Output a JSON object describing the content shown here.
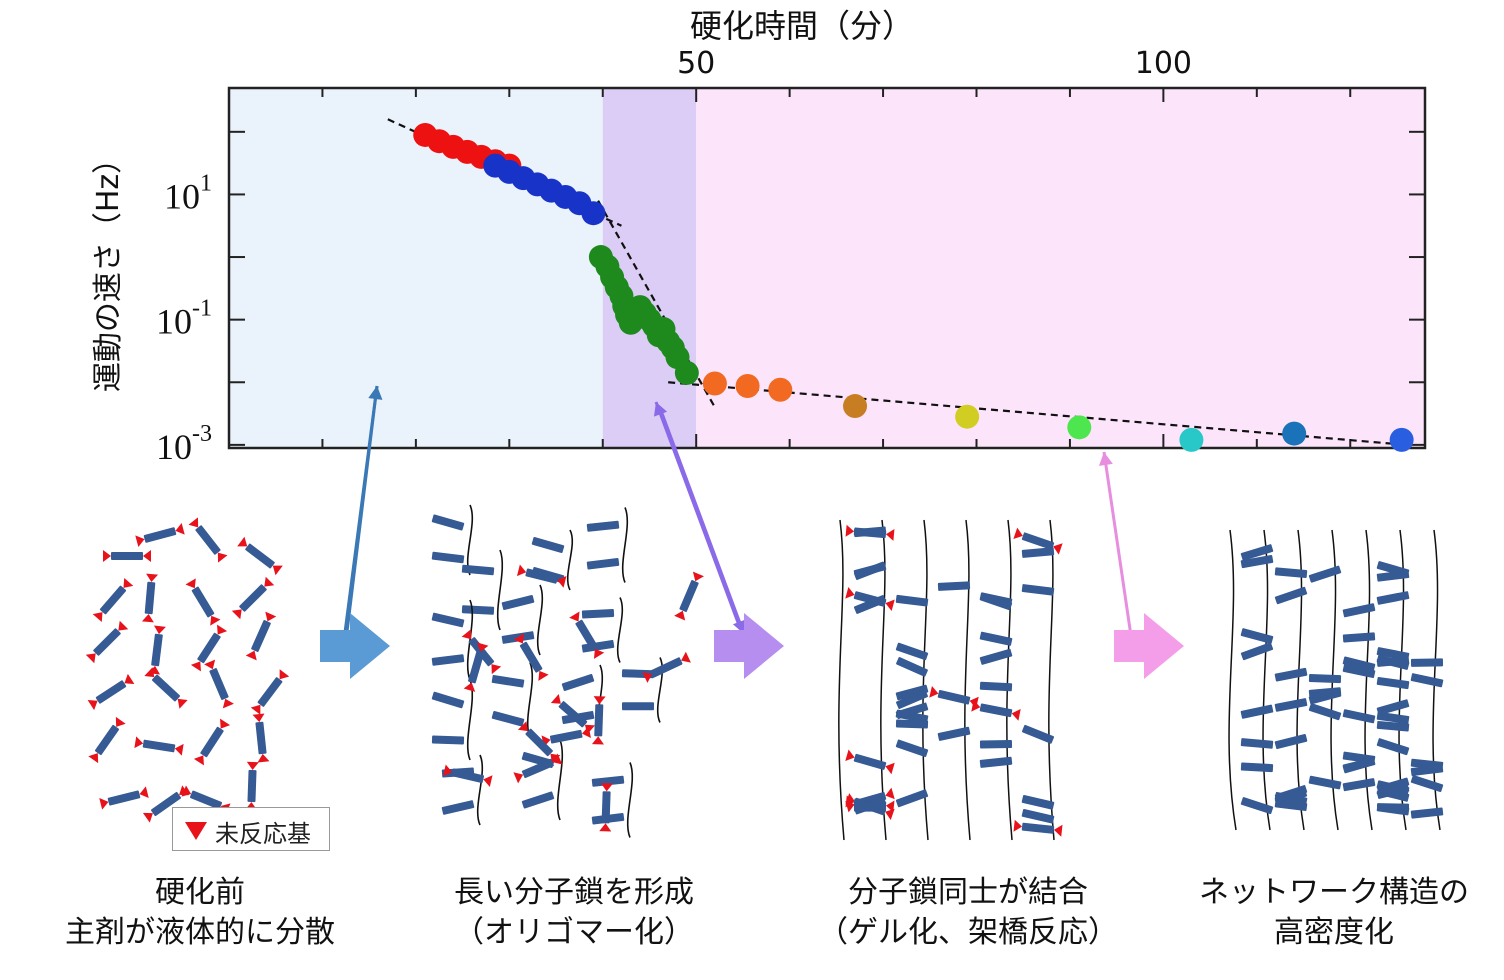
{
  "chart_data": {
    "type": "scatter",
    "title": "",
    "xlabel": "硬化時間（分）",
    "ylabel": "運動の速さ（Hz）",
    "y_scale": "log",
    "xlim": [
      0,
      128
    ],
    "ylim_log10": [
      -3.05,
      2.7
    ],
    "x_ticks": [
      {
        "value": 50,
        "label": "50"
      },
      {
        "value": 100,
        "label": "100"
      }
    ],
    "y_ticks": [
      {
        "exp": 1,
        "label_base": "10",
        "label_exp": "1"
      },
      {
        "exp": -1,
        "label_base": "10",
        "label_exp": "-1"
      },
      {
        "exp": -3,
        "label_base": "10",
        "label_exp": "-3"
      }
    ],
    "regions": [
      {
        "name": "liquid",
        "x_range": [
          0,
          40
        ],
        "color": "#eaf3fb"
      },
      {
        "name": "oligomer",
        "x_range": [
          40,
          50
        ],
        "color": "#dccdf6"
      },
      {
        "name": "network",
        "x_range": [
          50,
          128
        ],
        "color": "#fce5fb"
      }
    ],
    "fit_lines": [
      {
        "x": [
          17,
          42
        ],
        "y_log10": [
          2.2,
          0.5
        ]
      },
      {
        "x": [
          39.5,
          52
        ],
        "y_log10": [
          0.9,
          -2.4
        ]
      },
      {
        "x": [
          47,
          126
        ],
        "y_log10": [
          -2.0,
          -3.0
        ]
      }
    ],
    "series": [
      {
        "color": "#ee1111",
        "x": [
          21,
          22.5,
          24,
          25.5,
          27,
          28.5,
          30
        ],
        "y_log10": [
          1.95,
          1.85,
          1.76,
          1.68,
          1.6,
          1.53,
          1.46
        ]
      },
      {
        "color": "#1833c8",
        "x": [
          28.5,
          30,
          31.5,
          33,
          34.5,
          36,
          37.5,
          39
        ],
        "y_log10": [
          1.46,
          1.36,
          1.26,
          1.16,
          1.06,
          0.96,
          0.86,
          0.7
        ]
      },
      {
        "color": "#1e8a1e",
        "x": [
          39.8,
          40.5,
          41.0,
          41.5,
          42.0,
          42.3,
          42.6,
          43.0,
          43.5,
          44.0,
          44.5,
          45.0,
          45.5,
          46.0,
          46.5,
          47.0,
          47.5,
          48.0,
          49.0
        ],
        "y_log10": [
          0.0,
          -0.15,
          -0.32,
          -0.48,
          -0.62,
          -0.78,
          -0.92,
          -1.05,
          -0.95,
          -0.8,
          -0.9,
          -1.0,
          -1.1,
          -1.25,
          -1.15,
          -1.35,
          -1.45,
          -1.6,
          -1.85
        ]
      },
      {
        "color": "#f26a22",
        "x": [
          52
        ],
        "y_log10": [
          -2.02
        ]
      },
      {
        "color": "#f26a22",
        "x": [
          55.5
        ],
        "y_log10": [
          -2.06
        ]
      },
      {
        "color": "#f26a22",
        "x": [
          59
        ],
        "y_log10": [
          -2.12
        ]
      },
      {
        "color": "#c77d22",
        "x": [
          67
        ],
        "y_log10": [
          -2.38
        ]
      },
      {
        "color": "#d2cd22",
        "x": [
          79
        ],
        "y_log10": [
          -2.55
        ]
      },
      {
        "color": "#4ee64e",
        "x": [
          91
        ],
        "y_log10": [
          -2.72
        ]
      },
      {
        "color": "#28c8c8",
        "x": [
          103
        ],
        "y_log10": [
          -2.92
        ]
      },
      {
        "color": "#1a72b8",
        "x": [
          114
        ],
        "y_log10": [
          -2.82
        ]
      },
      {
        "color": "#2a5ee0",
        "x": [
          125.5
        ],
        "y_log10": [
          -2.92
        ]
      }
    ]
  },
  "captions": [
    {
      "line1": "硬化前",
      "line2": "主剤が液体的に分散"
    },
    {
      "line1": "長い分子鎖を形成",
      "line2": "（オリゴマー化）"
    },
    {
      "line1": "分子鎖同士が結合",
      "line2": "（ゲル化、架橋反応）"
    },
    {
      "line1": "ネットワーク構造の",
      "line2": "高密度化"
    }
  ],
  "legend": {
    "label": "未反応基",
    "color": "#e8121b"
  },
  "colors": {
    "molecule": "#355a94",
    "end_group": "#e8121b",
    "arrow_blue": "#5b9bd5",
    "arrow_purple": "#b58ef0",
    "arrow_pink": "#f49de8"
  }
}
